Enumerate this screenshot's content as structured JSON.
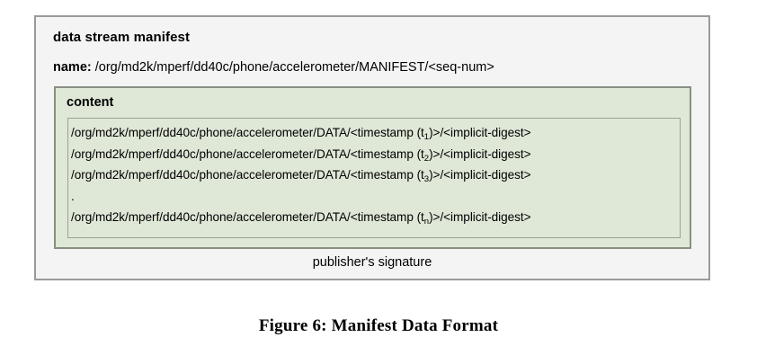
{
  "figure": {
    "caption": "Figure 6: Manifest Data Format"
  },
  "manifest": {
    "title": "data stream manifest",
    "name_label": "name:",
    "name_value": "/org/md2k/mperf/dd40c/phone/accelerometer/MANIFEST/<seq-num>",
    "signature": "publisher's signature",
    "content": {
      "title": "content",
      "lines": [
        {
          "prefix": "/org/md2k/mperf/dd40c/phone/accelerometer/DATA/<timestamp (t",
          "subscript": "1",
          "suffix": ")>/<implicit-digest>"
        },
        {
          "prefix": "/org/md2k/mperf/dd40c/phone/accelerometer/DATA/<timestamp (t",
          "subscript": "2",
          "suffix": ")>/<implicit-digest>"
        },
        {
          "prefix": "/org/md2k/mperf/dd40c/phone/accelerometer/DATA/<timestamp (t",
          "subscript": "3",
          "suffix": ")>/<implicit-digest>"
        },
        {
          "prefix": ".",
          "subscript": "",
          "suffix": ""
        },
        {
          "prefix": "/org/md2k/mperf/dd40c/phone/accelerometer/DATA/<timestamp (t",
          "subscript": "n",
          "suffix": ")>/<implicit-digest>"
        }
      ]
    }
  },
  "colors": {
    "outer_box_fill": "#f4f4f4",
    "outer_box_border": "#9a9a9a",
    "content_box_fill": "#dfe7d7",
    "content_box_border": "#888f83",
    "inner_list_border": "#9aa295",
    "text": "#000000",
    "page_background": "#ffffff"
  }
}
